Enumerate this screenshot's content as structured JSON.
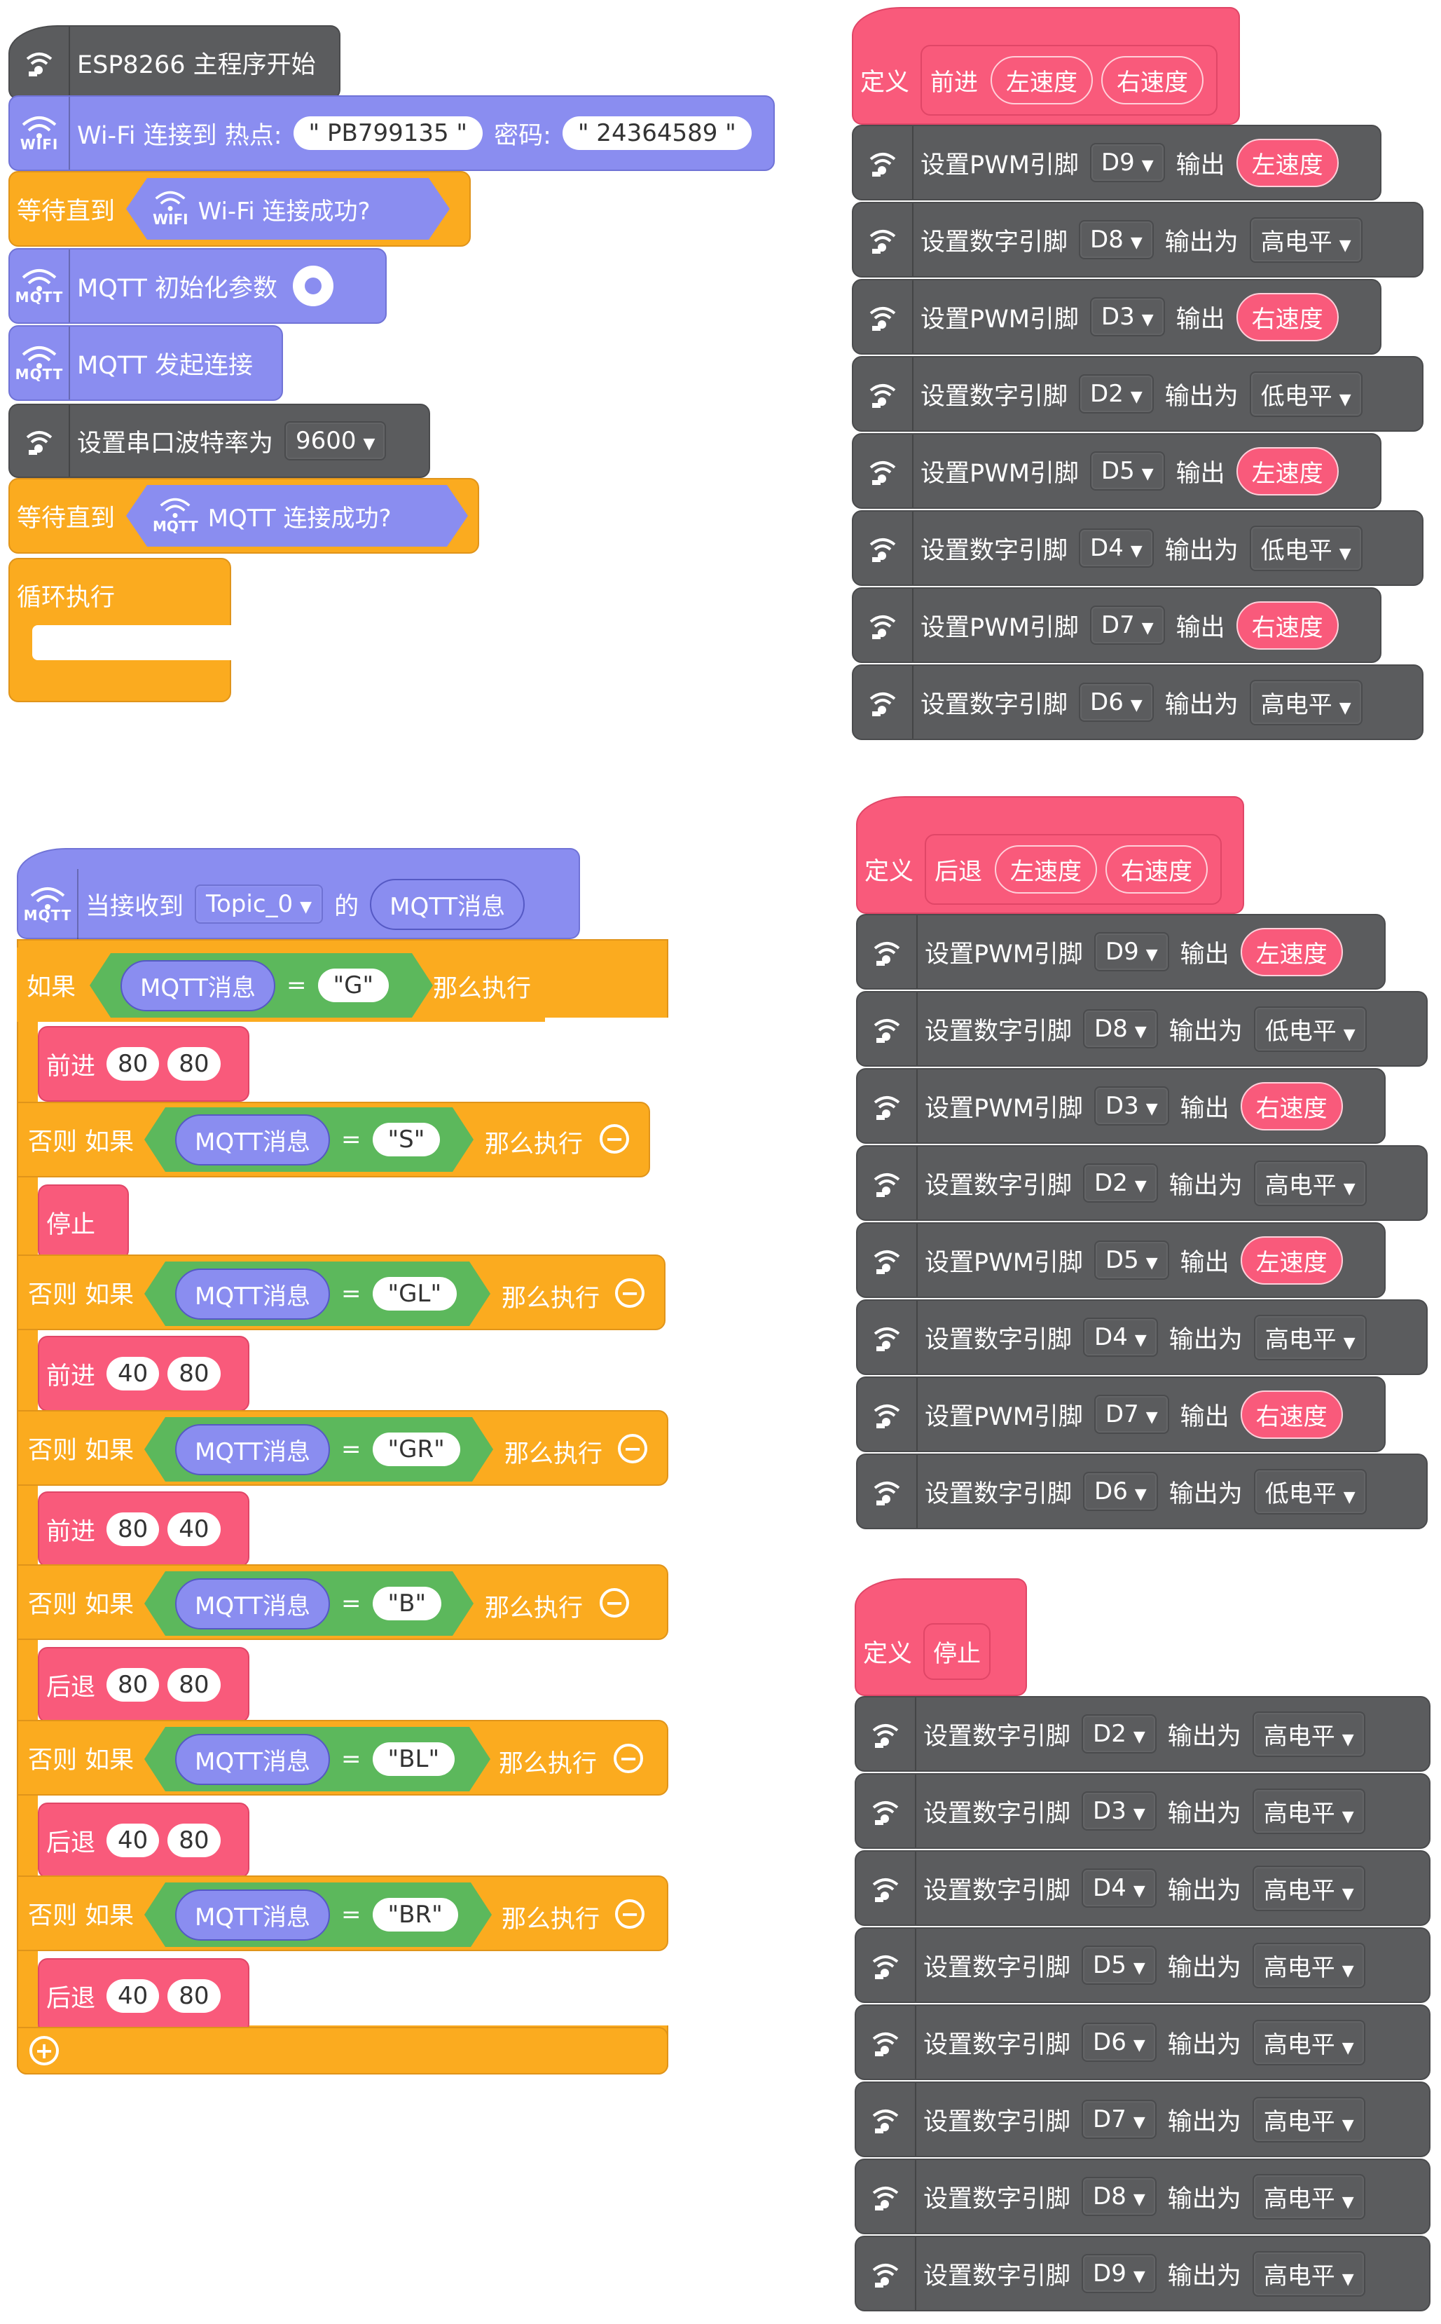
{
  "icons": {
    "esp": "esp8266-wifi-icon",
    "wifi": "wifi-icon",
    "mqtt": "mqtt-icon",
    "gear": "gear-icon",
    "minus": "minus-circle-icon",
    "plus": "plus-circle-icon"
  },
  "icon_labels": {
    "wifi": "WIFI",
    "mqtt": "MQTT"
  },
  "colors": {
    "control": "#fbab1f",
    "esp": "#5b5c5e",
    "network": "#8a8df0",
    "custom": "#f95a7b",
    "operator": "#5cb85c"
  },
  "main": {
    "start": "ESP8266 主程序开始",
    "wifi_connect": {
      "label1": "Wi-Fi 连接到 热点:",
      "ssid": "\" PB799135 \"",
      "label2": "密码:",
      "password": "\" 24364589 \""
    },
    "wait1": {
      "label": "等待直到",
      "cond": "Wi-Fi 连接成功?"
    },
    "mqtt_init": "MQTT 初始化参数",
    "mqtt_connect": "MQTT 发起连接",
    "serial": {
      "label": "设置串口波特率为",
      "value": "9600"
    },
    "wait2": {
      "label": "等待直到",
      "cond": "MQTT 连接成功?"
    },
    "loop": "循环执行"
  },
  "handler": {
    "label1": "当接收到",
    "topic": "Topic_0",
    "label2": "的",
    "var": "MQTT消息",
    "eq": "=",
    "then": "那么执行",
    "if": "如果",
    "elseif": "否则 如果",
    "branches": [
      {
        "value": "\"G\"",
        "call": "前进",
        "a": "80",
        "b": "80"
      },
      {
        "value": "\"S\"",
        "call": "停止"
      },
      {
        "value": "\"GL\"",
        "call": "前进",
        "a": "40",
        "b": "80"
      },
      {
        "value": "\"GR\"",
        "call": "前进",
        "a": "80",
        "b": "40"
      },
      {
        "value": "\"B\"",
        "call": "后退",
        "a": "80",
        "b": "80"
      },
      {
        "value": "\"BL\"",
        "call": "后退",
        "a": "40",
        "b": "80"
      },
      {
        "value": "\"BR\"",
        "call": "后退",
        "a": "40",
        "b": "80"
      }
    ]
  },
  "defs": {
    "define": "定义",
    "left": "左速度",
    "right": "右速度",
    "pwm_label": "设置PWM引脚",
    "pwm_out": "输出",
    "dig_label": "设置数字引脚",
    "dig_out": "输出为",
    "forward": {
      "name": "前进",
      "rows": [
        {
          "type": "pwm",
          "pin": "D9",
          "val": "左速度"
        },
        {
          "type": "dig",
          "pin": "D8",
          "val": "高电平"
        },
        {
          "type": "pwm",
          "pin": "D3",
          "val": "右速度"
        },
        {
          "type": "dig",
          "pin": "D2",
          "val": "低电平"
        },
        {
          "type": "pwm",
          "pin": "D5",
          "val": "左速度"
        },
        {
          "type": "dig",
          "pin": "D4",
          "val": "低电平"
        },
        {
          "type": "pwm",
          "pin": "D7",
          "val": "右速度"
        },
        {
          "type": "dig",
          "pin": "D6",
          "val": "高电平"
        }
      ]
    },
    "backward": {
      "name": "后退",
      "rows": [
        {
          "type": "pwm",
          "pin": "D9",
          "val": "左速度"
        },
        {
          "type": "dig",
          "pin": "D8",
          "val": "低电平"
        },
        {
          "type": "pwm",
          "pin": "D3",
          "val": "右速度"
        },
        {
          "type": "dig",
          "pin": "D2",
          "val": "高电平"
        },
        {
          "type": "pwm",
          "pin": "D5",
          "val": "左速度"
        },
        {
          "type": "dig",
          "pin": "D4",
          "val": "高电平"
        },
        {
          "type": "pwm",
          "pin": "D7",
          "val": "右速度"
        },
        {
          "type": "dig",
          "pin": "D6",
          "val": "低电平"
        }
      ]
    },
    "stop": {
      "name": "停止",
      "rows": [
        {
          "type": "dig",
          "pin": "D2",
          "val": "高电平"
        },
        {
          "type": "dig",
          "pin": "D3",
          "val": "高电平"
        },
        {
          "type": "dig",
          "pin": "D4",
          "val": "高电平"
        },
        {
          "type": "dig",
          "pin": "D5",
          "val": "高电平"
        },
        {
          "type": "dig",
          "pin": "D6",
          "val": "高电平"
        },
        {
          "type": "dig",
          "pin": "D7",
          "val": "高电平"
        },
        {
          "type": "dig",
          "pin": "D8",
          "val": "高电平"
        },
        {
          "type": "dig",
          "pin": "D9",
          "val": "高电平"
        }
      ]
    }
  }
}
